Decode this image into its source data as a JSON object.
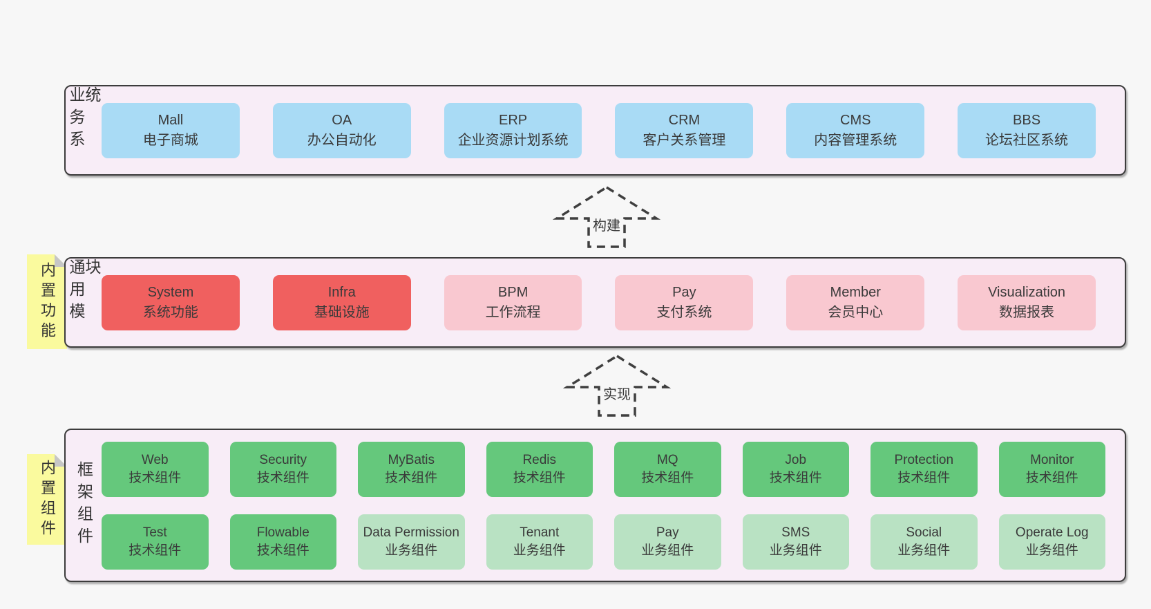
{
  "colors": {
    "background": "#f7f7f7",
    "container_bg": "#f8edf7",
    "container_border": "#3c3c3c",
    "blue_box": "#a9dbf5",
    "red_box": "#f0605f",
    "pink_box": "#f9c8d0",
    "green_box": "#65c87c",
    "light_green_box": "#b9e2c3",
    "sticky_note": "#fafa9e",
    "text": "#3a3a3a"
  },
  "arrows": {
    "build": "构建",
    "implement": "实现"
  },
  "bands": {
    "business": {
      "label": "业务系统",
      "boxes": [
        {
          "name": "Mall",
          "sub": "电子商城"
        },
        {
          "name": "OA",
          "sub": "办公自动化"
        },
        {
          "name": "ERP",
          "sub": "企业资源计划系统"
        },
        {
          "name": "CRM",
          "sub": "客户关系管理"
        },
        {
          "name": "CMS",
          "sub": "内容管理系统"
        },
        {
          "name": "BBS",
          "sub": "论坛社区系统"
        }
      ]
    },
    "modules": {
      "label": "通用模块",
      "sticky": "内置功能",
      "boxes": [
        {
          "name": "System",
          "sub": "系统功能"
        },
        {
          "name": "Infra",
          "sub": "基础设施"
        },
        {
          "name": "BPM",
          "sub": "工作流程"
        },
        {
          "name": "Pay",
          "sub": "支付系统"
        },
        {
          "name": "Member",
          "sub": "会员中心"
        },
        {
          "name": "Visualization",
          "sub": "数据报表"
        }
      ]
    },
    "framework": {
      "label": "框架组件",
      "sticky": "内置组件",
      "row1": [
        {
          "name": "Web",
          "sub": "技术组件"
        },
        {
          "name": "Security",
          "sub": "技术组件"
        },
        {
          "name": "MyBatis",
          "sub": "技术组件"
        },
        {
          "name": "Redis",
          "sub": "技术组件"
        },
        {
          "name": "MQ",
          "sub": "技术组件"
        },
        {
          "name": "Job",
          "sub": "技术组件"
        },
        {
          "name": "Protection",
          "sub": "技术组件"
        },
        {
          "name": "Monitor",
          "sub": "技术组件"
        }
      ],
      "row2": [
        {
          "name": "Test",
          "sub": "技术组件"
        },
        {
          "name": "Flowable",
          "sub": "技术组件"
        },
        {
          "name": "Data Permission",
          "sub": "业务组件"
        },
        {
          "name": "Tenant",
          "sub": "业务组件"
        },
        {
          "name": "Pay",
          "sub": "业务组件"
        },
        {
          "name": "SMS",
          "sub": "业务组件"
        },
        {
          "name": "Social",
          "sub": "业务组件"
        },
        {
          "name": "Operate Log",
          "sub": "业务组件"
        }
      ]
    }
  }
}
